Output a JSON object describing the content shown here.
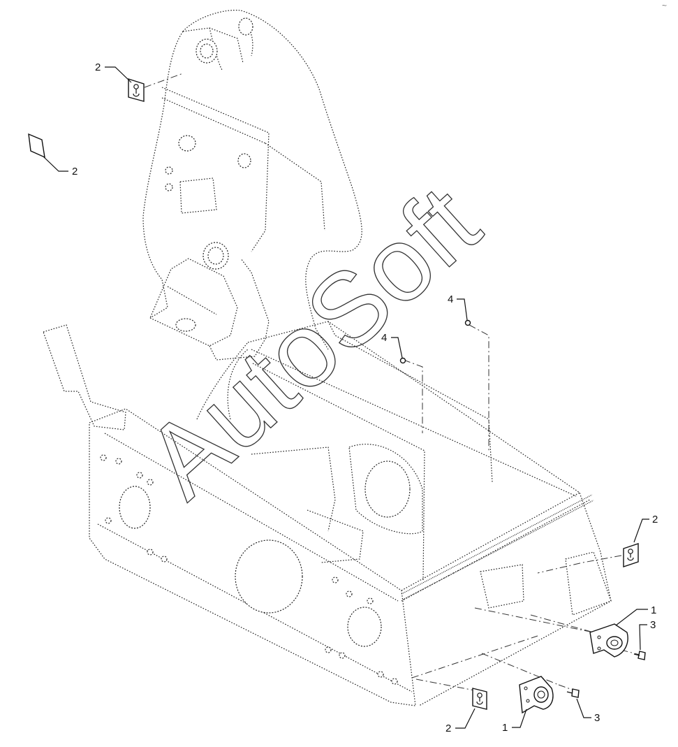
{
  "diagram": {
    "watermark": "AutoSoft",
    "corner_mark": "~",
    "callouts": [
      {
        "id": "c1",
        "label": "2"
      },
      {
        "id": "c2",
        "label": "2"
      },
      {
        "id": "c3",
        "label": "4"
      },
      {
        "id": "c4",
        "label": "4"
      },
      {
        "id": "c5",
        "label": "2"
      },
      {
        "id": "c6",
        "label": "1"
      },
      {
        "id": "c7",
        "label": "3"
      },
      {
        "id": "c8",
        "label": "1"
      },
      {
        "id": "c9",
        "label": "3"
      },
      {
        "id": "c10",
        "label": "2"
      }
    ]
  }
}
